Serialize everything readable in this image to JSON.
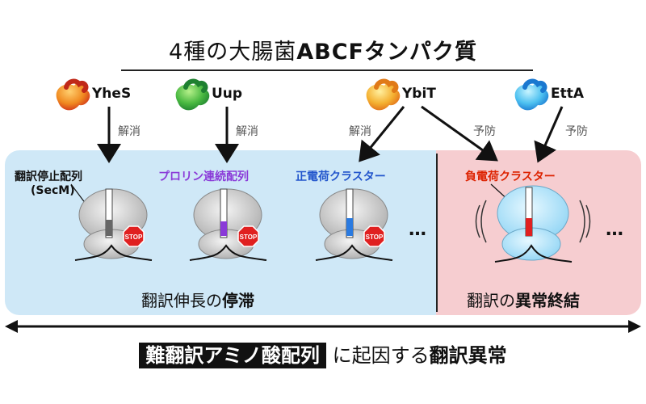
{
  "title": {
    "prefix": "4種の大腸菌",
    "bold": "ABCFタンパク質"
  },
  "proteins": [
    {
      "name": "YheS",
      "color": "#e0541c"
    },
    {
      "name": "Uup",
      "color": "#3aa63a"
    },
    {
      "name": "YbiT",
      "color": "#e8a020"
    },
    {
      "name": "EttA",
      "color": "#2aa0dd"
    }
  ],
  "verbs": {
    "resolve": "解消",
    "prevent": "予防"
  },
  "sequences": {
    "arrest_line1": "翻訳停止配列",
    "arrest_line2": "(SecM)",
    "proline": "プロリン連続配列",
    "positive": "正電荷クラスター",
    "negative": "負電荷クラスター"
  },
  "stop_sign": "STOP",
  "dots": "…",
  "stall": {
    "prefix": "翻訳伸長の",
    "bold": "停滞"
  },
  "termination": {
    "prefix": "翻訳の",
    "bold": "異常終結"
  },
  "bottom": {
    "boxed": "難翻訳アミノ酸配列",
    "middle": "に起因する",
    "bold": "翻訳異常"
  },
  "colors": {
    "blue_panel": "#cfe8f7",
    "pink_panel": "#f6cdd0",
    "proline_label": "#8a3ad8",
    "positive_label": "#2255cc",
    "negative_label": "#dd2200",
    "stop_red": "#e02020"
  }
}
